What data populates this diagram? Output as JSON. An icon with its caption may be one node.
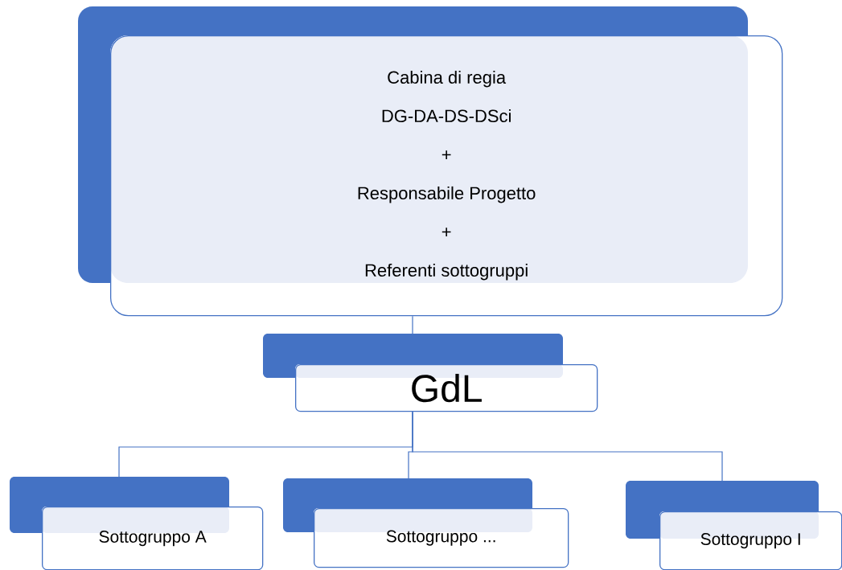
{
  "diagram": {
    "nodes": [
      {
        "text": [
          "Cabina di regia",
          "DG-DA-DS-DSci",
          "+",
          "Responsabile Progetto",
          "+",
          "Referenti sottogruppi"
        ]
      },
      {
        "text": [
          "GdL"
        ]
      },
      {
        "text": [
          "Sottogruppo A"
        ]
      },
      {
        "text": [
          "Sottogruppo ..."
        ]
      },
      {
        "text": [
          "Sottogruppo I"
        ]
      }
    ],
    "edges": [
      {
        "from": 0,
        "to": 1,
        "arrow": "none"
      },
      {
        "from": 1,
        "to": 2,
        "arrow": "none"
      },
      {
        "from": 1,
        "to": 3,
        "arrow": "none"
      },
      {
        "from": 1,
        "to": 4,
        "arrow": "none"
      }
    ]
  }
}
